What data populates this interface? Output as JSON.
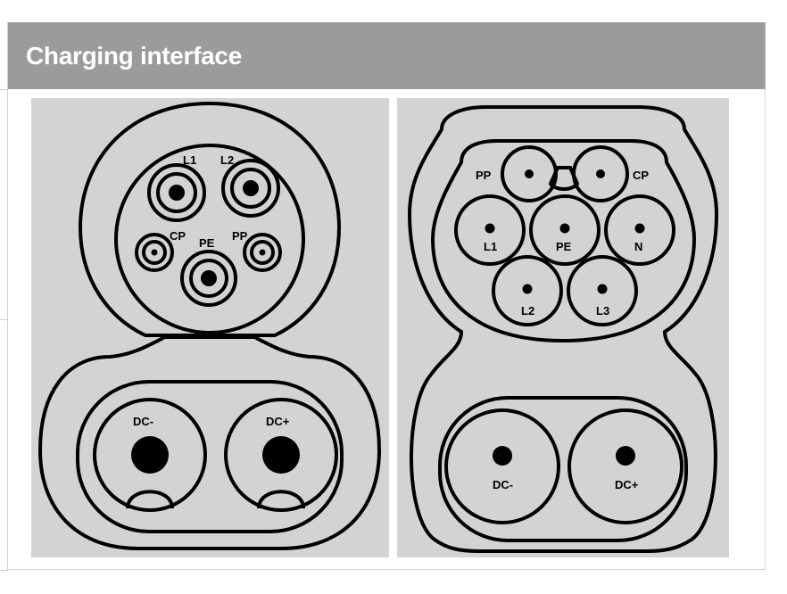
{
  "header": {
    "title": "Charging interface"
  },
  "type2_connector": {
    "pins": {
      "l1": "L1",
      "l2": "L2",
      "cp": "CP",
      "pe": "PE",
      "pp": "PP",
      "dc_minus": "DC-",
      "dc_plus": "DC+"
    }
  },
  "gbt_connector": {
    "pins": {
      "pp": "PP",
      "cp": "CP",
      "l1": "L1",
      "pe": "PE",
      "n": "N",
      "l2": "L2",
      "l3": "L3",
      "dc_minus": "DC-",
      "dc_plus": "DC+"
    }
  },
  "colors": {
    "header_bg": "#9b9b9b",
    "header_text": "#ffffff",
    "panel_bg": "#d3d3d3",
    "stroke": "#000000"
  }
}
